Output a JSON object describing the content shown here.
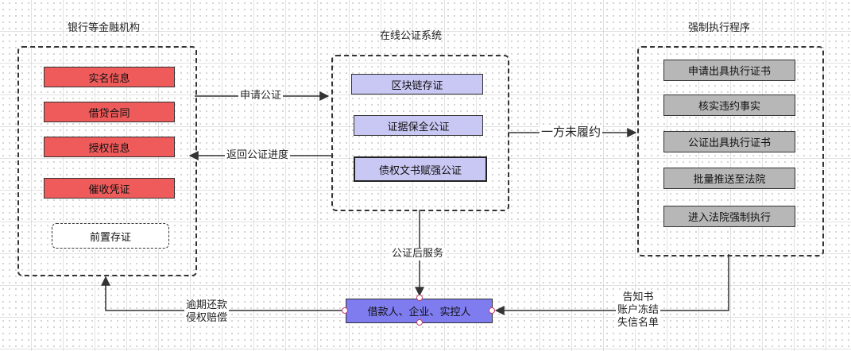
{
  "groups": {
    "bank": {
      "title": "银行等金融机构",
      "items": [
        "实名信息",
        "借贷合同",
        "授权信息",
        "催收凭证"
      ],
      "dashed_item": "前置存证"
    },
    "notary": {
      "title": "在线公证系统",
      "items": [
        "区块链存证",
        "证据保全公证",
        "债权文书赋强公证"
      ]
    },
    "enforcement": {
      "title": "强制执行程序",
      "items": [
        "申请出具执行证书",
        "核实违约事实",
        "公证出具执行证书",
        "批量推送至法院",
        "进入法院强制执行"
      ]
    }
  },
  "bottom_node": {
    "label": "借款人、企业、实控人"
  },
  "edge_labels": {
    "apply": "申请公证",
    "return_progress": "返回公证进度",
    "default": "一方未履约",
    "post_service": "公证后服务",
    "overdue_line1": "逾期还款",
    "overdue_line2": "侵权赔偿",
    "notice_line1": "告知书",
    "notice_line2": "账户冻结",
    "notice_line3": "失信名单"
  },
  "colors": {
    "red_box": "#ef5b5b",
    "purple_box": "#c9c7f3",
    "gray_box": "#b7b7b7",
    "main_node": "#7f7cf0",
    "port": "#c0406a",
    "line": "#333333"
  }
}
